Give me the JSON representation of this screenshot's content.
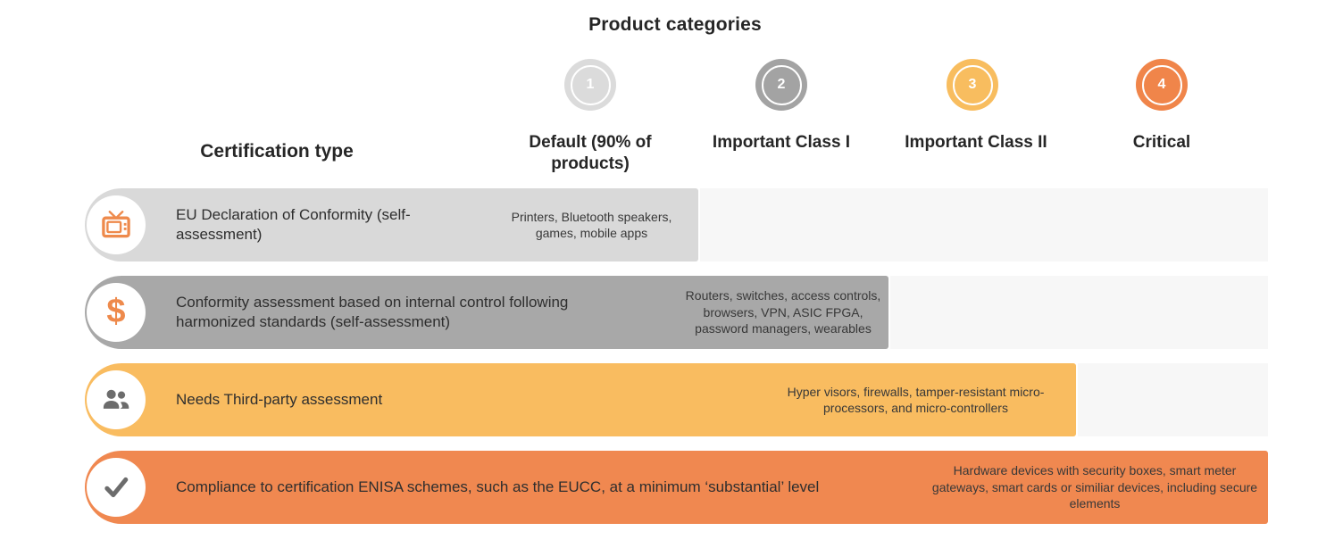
{
  "title": "Product categories",
  "table": {
    "cert_type_header": "Certification type",
    "categories": [
      {
        "number": "1",
        "label": "Default (90% of products)"
      },
      {
        "number": "2",
        "label": "Important Class I"
      },
      {
        "number": "3",
        "label": "Important Class II"
      },
      {
        "number": "4",
        "label": "Critical"
      }
    ],
    "rows": [
      {
        "icon": "tv-icon",
        "certification": "EU Declaration of Conformity (self-assessment)",
        "products": "Printers, Bluetooth speakers, games, mobile apps",
        "extends_through": "Default (90% of products)"
      },
      {
        "icon": "dollar-icon",
        "certification": "Conformity assessment based on internal control following harmonized standards (self-assessment)",
        "products": "Routers, switches, access controls, browsers, VPN, ASIC FPGA, password managers, wearables",
        "extends_through": "Important Class I"
      },
      {
        "icon": "people-icon",
        "certification": "Needs Third-party assessment",
        "products": "Hyper visors, firewalls, tamper-resistant micro-processors, and micro-controllers",
        "extends_through": "Important Class II"
      },
      {
        "icon": "check-icon",
        "certification": "Compliance to certification ENISA schemes, such as the EUCC, at a minimum ‘substantial’ level",
        "products": "Hardware devices with security boxes, smart meter gateways, smart cards or similiar devices, including secure elements",
        "extends_through": "Critical"
      }
    ]
  },
  "colors": {
    "category_1_circle": "#dbdbdb",
    "category_2_circle": "#a3a3a3",
    "category_3_circle": "#f8bd5f",
    "category_4_circle": "#f0854a",
    "row_1_bar": "#d9d9d9",
    "row_2_bar": "#a8a8a8",
    "row_3_bar": "#f9bc60",
    "row_4_bar": "#f08850",
    "row_background_strip": "#f7f7f7",
    "icon_orange": "#ee8a4c",
    "icon_gray": "#6c6c6c",
    "text_dark": "#262626"
  }
}
